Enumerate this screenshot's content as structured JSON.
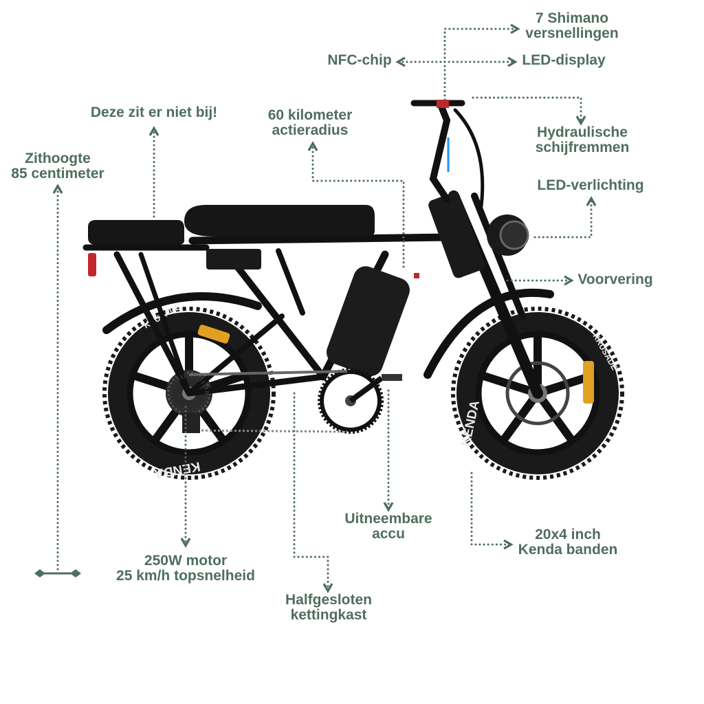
{
  "colors": {
    "annotation": "#4f6e5e",
    "bike": "#111111",
    "tire": "#1a1a1a",
    "tire_text": "#e8e8e8",
    "accent": "#e0a020",
    "reflector": "#c0282d",
    "background": "#ffffff"
  },
  "tire_brand": "KENDA",
  "tire_model": "KRUSADE",
  "labels": {
    "shimano": {
      "line1": "7 Shimano",
      "line2": "versnellingen"
    },
    "nfc": {
      "line1": "NFC-chip"
    },
    "led_display": {
      "line1": "LED-display"
    },
    "hydraulic": {
      "line1": "Hydraulische",
      "line2": "schijfremmen"
    },
    "led_light": {
      "line1": "LED-verlichting"
    },
    "fork": {
      "line1": "Voorvering"
    },
    "seat_note": {
      "line1": "Deze zit er niet bij!"
    },
    "range": {
      "line1": "60 kilometer",
      "line2": "actieradius"
    },
    "seat_height": {
      "line1": "Zithoogte",
      "line2": "85 centimeter"
    },
    "battery": {
      "line1": "Uitneembare",
      "line2": "accu"
    },
    "tires": {
      "line1": "20x4 inch",
      "line2": "Kenda banden"
    },
    "motor": {
      "line1": "250W motor",
      "line2": "25 km/h topsnelheid"
    },
    "chain": {
      "line1": "Halfgesloten",
      "line2": "kettingkast"
    }
  }
}
